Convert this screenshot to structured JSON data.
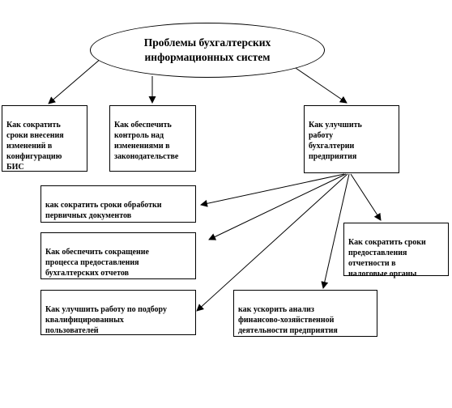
{
  "root": {
    "text": "Проблемы бухгалтерских\nинформационных систем"
  },
  "level1": {
    "terms": "Как сократить\nсроки внесения\nизменений в\nконфигурацию\nБИС",
    "control": "Как обеспечить\nконтроль над\nизменениями в\nзаконодательстве",
    "improve": "Как улучшить\nработу\nбухгалтерии\nпредприятия"
  },
  "level2": {
    "primary_docs": "как сократить сроки обработки\nпервичных документов",
    "reporting": "Как обеспечить сокращение\nпроцесса предоставления\nбухгалтерских отчетов",
    "users": "Как улучшить работу по подбору\nквалифицированных\nпользователей",
    "analysis": "как ускорить анализ\nфинансово-хозяйственной\nдеятельности предприятия",
    "tax": "Как сократить сроки\nпредоставления\nотчетности в\nналоговые органы"
  },
  "colors": {
    "line": "#000000",
    "fill": "#ffffff"
  }
}
